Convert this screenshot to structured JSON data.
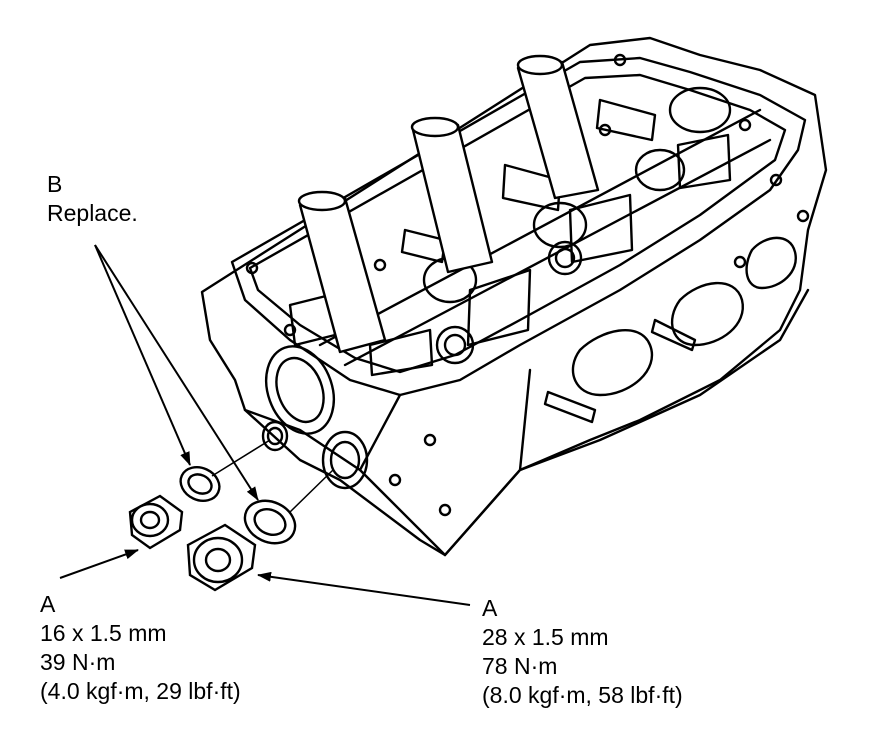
{
  "callout_b": {
    "letter": "B",
    "note": "Replace."
  },
  "callout_a_small": {
    "letter": "A",
    "size": "16 x 1.5 mm",
    "torque": "39 N·m",
    "torque_alt": "(4.0 kgf·m, 29 lbf·ft)"
  },
  "callout_a_large": {
    "letter": "A",
    "size": "28 x 1.5 mm",
    "torque": "78 N·m",
    "torque_alt": "(8.0 kgf·m, 58 lbf·ft)"
  },
  "colors": {
    "line": "#000000",
    "background": "#ffffff"
  }
}
